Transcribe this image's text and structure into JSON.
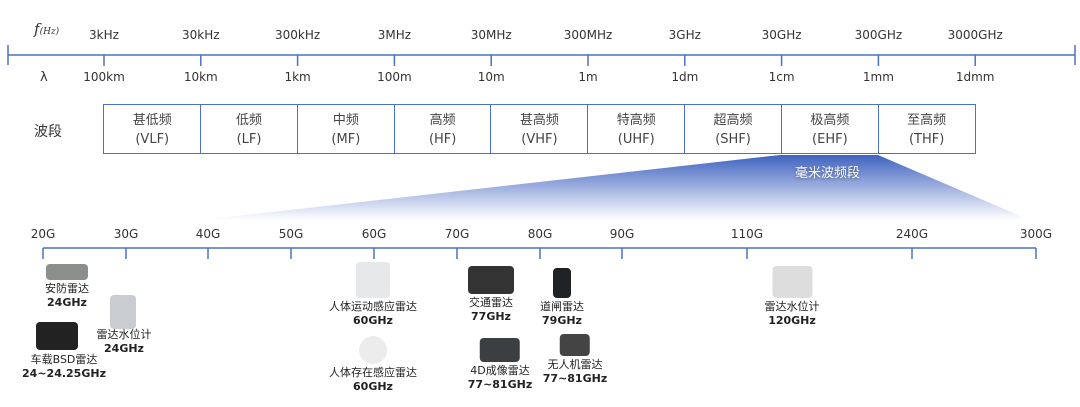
{
  "freq_axis": {
    "f_label": "f",
    "f_unit": "(Hz)",
    "lambda_label": "λ",
    "freq_ticks": [
      "3kHz",
      "30kHz",
      "300kHz",
      "3MHz",
      "30MHz",
      "300MHz",
      "3GHz",
      "30GHz",
      "300GHz",
      "3000GHz"
    ],
    "wavelength_ticks": [
      "100km",
      "10km",
      "1km",
      "100m",
      "10m",
      "1m",
      "1dm",
      "1cm",
      "1mm",
      "1dmm"
    ]
  },
  "bands": {
    "row_label": "波段",
    "items": [
      {
        "name": "甚低频",
        "abbr": "(VLF)"
      },
      {
        "name": "低频",
        "abbr": "(LF)"
      },
      {
        "name": "中频",
        "abbr": "(MF)"
      },
      {
        "name": "高频",
        "abbr": "(HF)"
      },
      {
        "name": "甚高频",
        "abbr": "(VHF)"
      },
      {
        "name": "特高频",
        "abbr": "(UHF)"
      },
      {
        "name": "超高频",
        "abbr": "(SHF)"
      },
      {
        "name": "极高频",
        "abbr": "(EHF)"
      },
      {
        "name": "至高频",
        "abbr": "(THF)"
      }
    ]
  },
  "mmwave_label": "毫米波频段",
  "colors": {
    "axis": "#4a72c4",
    "gradient": "#3f63c0"
  },
  "mm_axis": {
    "ticks": [
      "20G",
      "30G",
      "40G",
      "50G",
      "60G",
      "70G",
      "80G",
      "90G",
      "110G",
      "240G",
      "300G"
    ]
  },
  "products": [
    {
      "name": "安防雷达",
      "freq": "24GHz"
    },
    {
      "name": "雷达水位计",
      "freq": "24GHz"
    },
    {
      "name": "车载BSD雷达",
      "freq": "24~24.25GHz"
    },
    {
      "name": "人体运动感应雷达",
      "freq": "60GHz"
    },
    {
      "name": "人体存在感应雷达",
      "freq": "60GHz"
    },
    {
      "name": "交通雷达",
      "freq": "77GHz"
    },
    {
      "name": "道闸雷达",
      "freq": "79GHz"
    },
    {
      "name": "4D成像雷达",
      "freq": "77~81GHz"
    },
    {
      "name": "无人机雷达",
      "freq": "77~81GHz"
    },
    {
      "name": "雷达水位计",
      "freq": "120GHz"
    }
  ]
}
